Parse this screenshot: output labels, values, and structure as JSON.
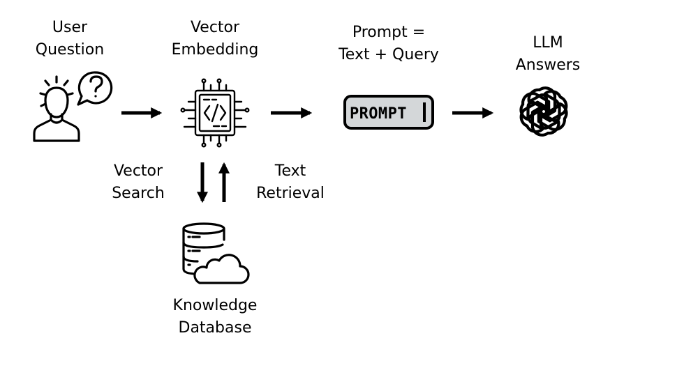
{
  "nodes": {
    "user_question": {
      "line1": "User",
      "line2": "Question",
      "icon": "user-question-icon"
    },
    "vector_embedding": {
      "line1": "Vector",
      "line2": "Embedding",
      "icon": "chip-code-icon"
    },
    "prompt": {
      "line1": "Prompt =",
      "line2": "Text + Query",
      "icon": "prompt-badge-icon",
      "badge_text": "PROMPT"
    },
    "llm_answers": {
      "line1": "LLM",
      "line2": "Answers",
      "icon": "openai-logo-icon"
    },
    "knowledge_database": {
      "line1": "Knowledge",
      "line2": "Database",
      "icon": "database-cloud-icon"
    }
  },
  "edges": {
    "vector_search": {
      "line1": "Vector",
      "line2": "Search"
    },
    "text_retrieval": {
      "line1": "Text",
      "line2": "Retrieval"
    }
  },
  "colors": {
    "ink": "#000000",
    "badge_fill": "#d4d7d9"
  }
}
